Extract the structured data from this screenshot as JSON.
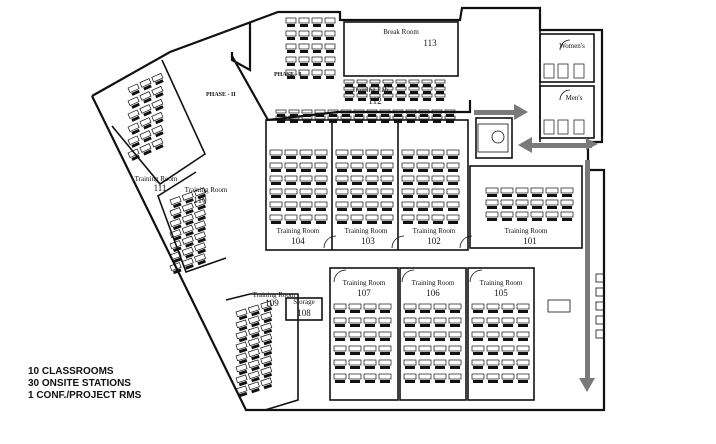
{
  "legend": {
    "classrooms": "10 CLASSROOMS",
    "stations": "30 ONSITE STATIONS",
    "conf": "1 CONF./PROJECT RMS"
  },
  "phases": {
    "phase1": "PHASE - I",
    "phase2": "PHASE - II"
  },
  "rooms": {
    "break_room": {
      "label": "Break Room",
      "number": "113"
    },
    "training_lab": {
      "label": "Training Lab",
      "number": "112"
    },
    "r111": {
      "label": "Training Room",
      "number": "111"
    },
    "r110": {
      "label": "Training Room",
      "number": "110"
    },
    "r109": {
      "label": "Training Room",
      "number": "109"
    },
    "r108": {
      "label": "Storage",
      "number": "108"
    },
    "r104": {
      "label": "Training Room",
      "number": "104"
    },
    "r103": {
      "label": "Training Room",
      "number": "103"
    },
    "r102": {
      "label": "Training Room",
      "number": "102"
    },
    "r101": {
      "label": "Training Room",
      "number": "101"
    },
    "r107": {
      "label": "Training Room",
      "number": "107"
    },
    "r106": {
      "label": "Training Room",
      "number": "106"
    },
    "r105": {
      "label": "Training Room",
      "number": "105"
    },
    "womens": {
      "label": "Women's"
    },
    "mens": {
      "label": "Men's"
    }
  },
  "colors": {
    "arrow": "#7a7a7a",
    "wall": "#111111"
  }
}
